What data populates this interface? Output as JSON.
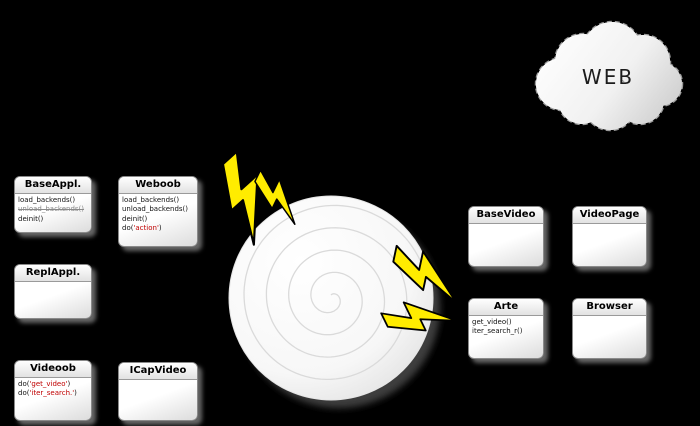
{
  "canvas": {
    "background": "#000000"
  },
  "cloud": {
    "label": "WEB"
  },
  "palette": {
    "bolt_yellow": "#ffec00",
    "highlight_red": "#c00000",
    "muted_gray": "#8a8a8a",
    "box_shadow_gray": "#787878"
  },
  "classes": {
    "baseappl": {
      "title": "BaseAppl.",
      "m1": "load_backends()",
      "m2": "unload_backends()",
      "m3": "deinit()"
    },
    "weboob": {
      "title": "Weboob",
      "m1": "load_backends()",
      "m2": "unload_backends()",
      "m3": "deinit()",
      "m4_pre": "do(",
      "m4_arg": "'action'",
      "m4_post": ")"
    },
    "replappl": {
      "title": "ReplAppl."
    },
    "videoob": {
      "title": "Videoob",
      "m1_pre": "do(",
      "m1_arg": "'get_video'",
      "m1_post": ")",
      "m2_pre": "do(",
      "m2_arg": "'iter_search.'",
      "m2_post": ")"
    },
    "icapvideo": {
      "title": "ICapVideo"
    },
    "basevideo": {
      "title": "BaseVideo"
    },
    "videopage": {
      "title": "VideoPage"
    },
    "arte": {
      "title": "Arte",
      "m1": "get_video()",
      "m2": "iter_search_r()"
    },
    "browser": {
      "title": "Browser"
    }
  }
}
